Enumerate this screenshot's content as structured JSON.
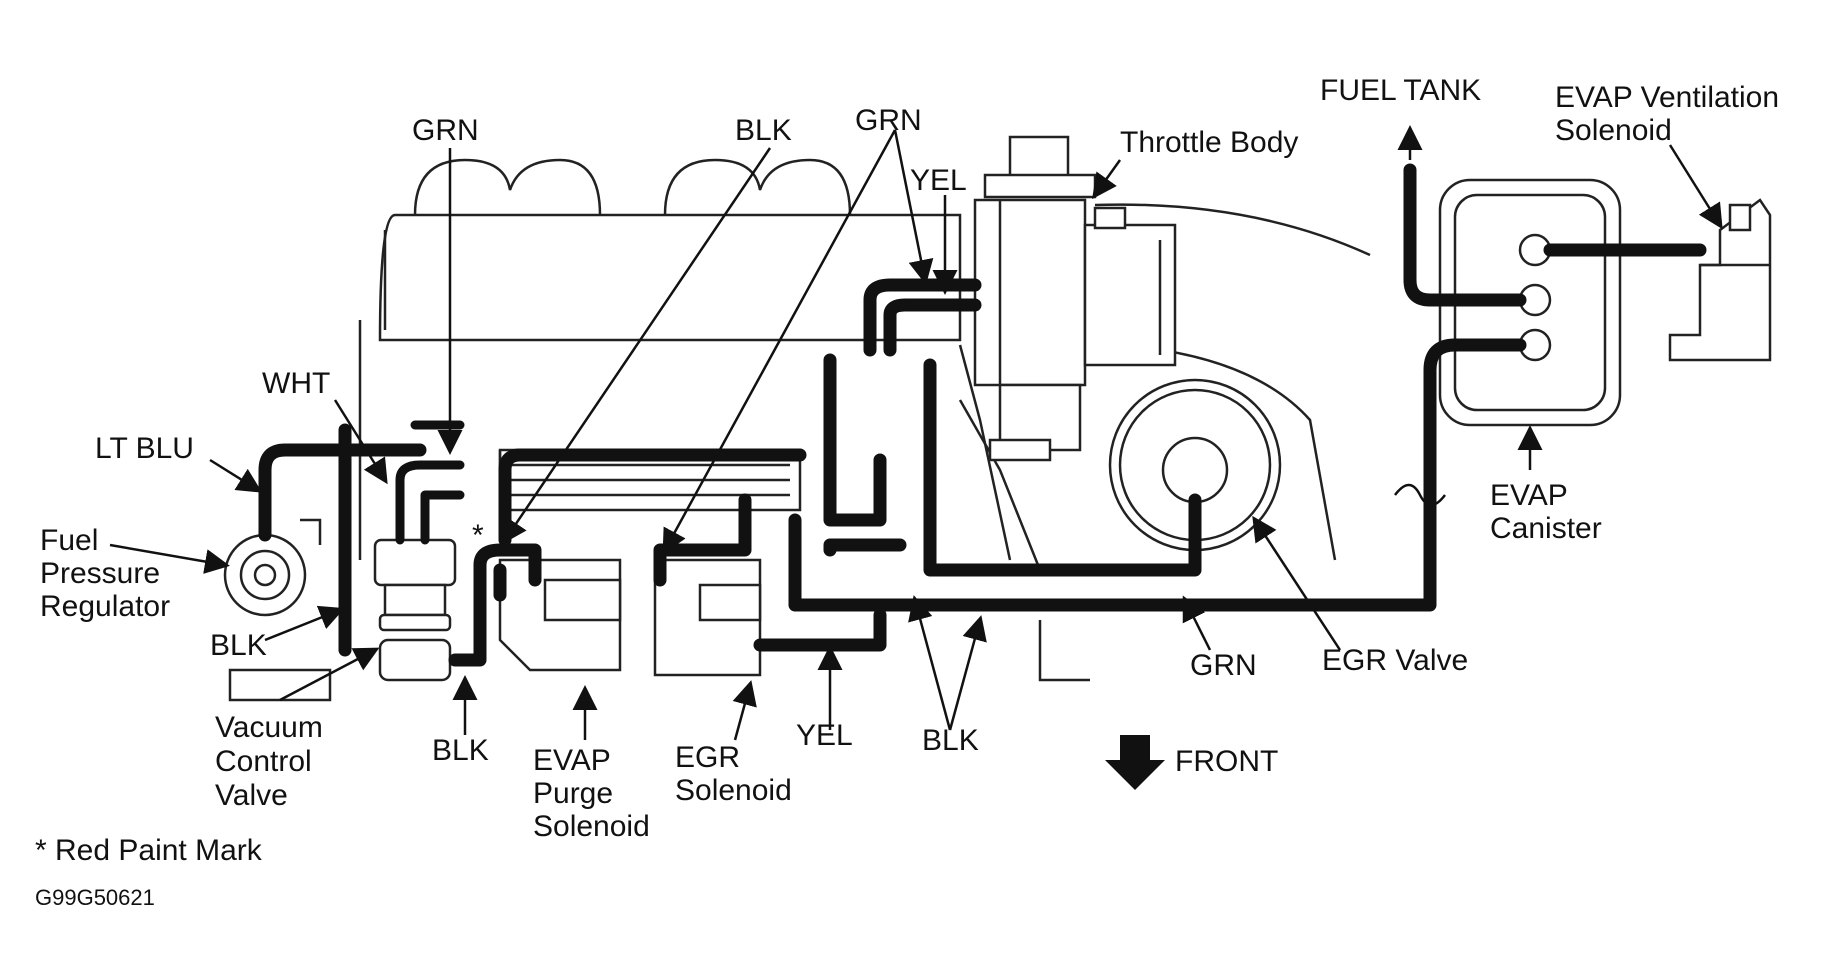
{
  "labels": {
    "grn_top_left": "GRN",
    "blk_top": "BLK",
    "grn_top_right": "GRN",
    "yel_top": "YEL",
    "throttle_body": "Throttle Body",
    "fuel_tank": "FUEL TANK",
    "evap_vent_line1": "EVAP Ventilation",
    "evap_vent_line2": "Solenoid",
    "wht": "WHT",
    "lt_blu": "LT BLU",
    "fuel_pr_line1": "Fuel",
    "fuel_pr_line2": "Pressure",
    "fuel_pr_line3": "Regulator",
    "blk_left": "BLK",
    "vcv_line1": "Vacuum",
    "vcv_line2": "Control",
    "vcv_line3": "Valve",
    "blk_bottom": "BLK",
    "evap_purge_line1": "EVAP",
    "evap_purge_line2": "Purge",
    "evap_purge_line3": "Solenoid",
    "egr_sol_line1": "EGR",
    "egr_sol_line2": "Solenoid",
    "yel_bottom": "YEL",
    "blk_bottom_right": "BLK",
    "front": "FRONT",
    "grn_bottom": "GRN",
    "egr_valve": "EGR Valve",
    "evap_canister_line1": "EVAP",
    "evap_canister_line2": "Canister",
    "asterisk": "*",
    "footnote": "* Red Paint Mark",
    "figure_code": "G99G50621"
  }
}
